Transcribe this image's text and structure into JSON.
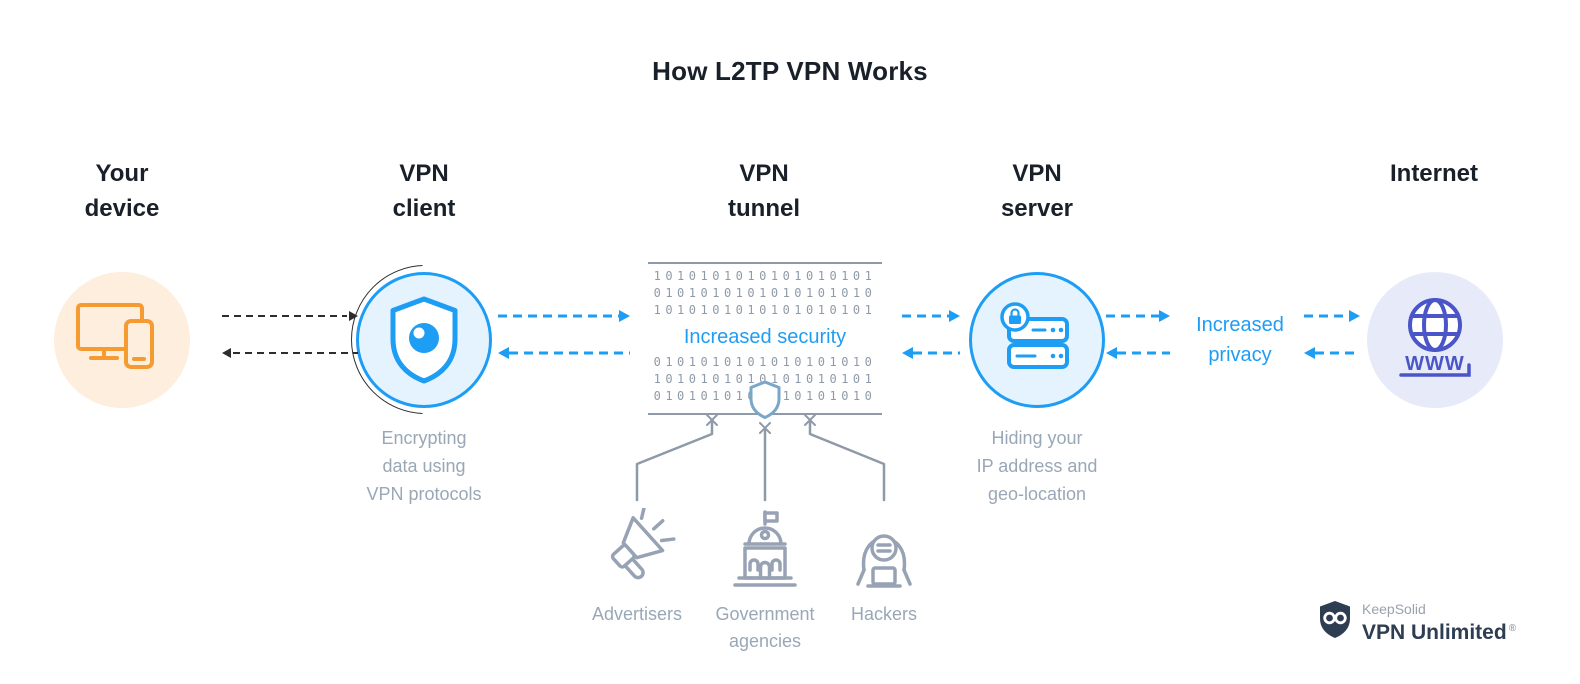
{
  "title": "How L2TP VPN Works",
  "nodes": {
    "device": {
      "label": "Your\ndevice"
    },
    "client": {
      "label": "VPN\nclient",
      "caption": "Encrypting\ndata using\nVPN protocols"
    },
    "tunnel": {
      "label": "VPN\ntunnel",
      "security_label": "Increased security",
      "binary_top": "1010101010101010101\n0101010101010101010\n1010101010101010101",
      "binary_bottom": "0101010101010101010\n1010101010101010101\n0101010101010101010"
    },
    "server": {
      "label": "VPN\nserver",
      "caption": "Hiding your\nIP address and\ngeo-location"
    },
    "internet": {
      "label": "Internet",
      "www_text": "WWW",
      "privacy_label": "Increased\nprivacy"
    }
  },
  "threats": {
    "advertisers": {
      "label": "Advertisers"
    },
    "government": {
      "label": "Government\nagencies"
    },
    "hackers": {
      "label": "Hackers"
    }
  },
  "logo": {
    "brand": "KeepSolid",
    "product": "VPN Unlimited",
    "registered_mark": "®"
  },
  "colors": {
    "accent_blue": "#1e9df5",
    "orange": "#f59b31",
    "light_orange_bg": "#fdeedd",
    "light_blue_bg": "#e4f3fd",
    "lavender_bg": "#e7eaf9",
    "indigo": "#4a56c8",
    "gray_text": "#9aa7b7",
    "gray_line": "#8f9aa8",
    "dark_text": "#1a2029",
    "black_arrow": "#2d2d2d",
    "navy": "#2e3d52"
  }
}
